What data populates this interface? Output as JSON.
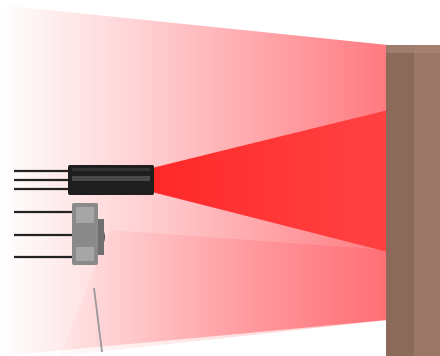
{
  "diagram": {
    "subject": "infrared-proximity-sensor",
    "components": [
      {
        "name": "ir-emitter-led",
        "role": "emitter"
      },
      {
        "name": "ir-receiver",
        "role": "receiver"
      },
      {
        "name": "reflective-surface",
        "role": "target"
      }
    ],
    "colors": {
      "background": "#ffffff",
      "beam": "#ff2a2a",
      "wide_glow": "#ff4d55",
      "emitter_body": "#1e1e1e",
      "emitter_highlight": "#4a4a4a",
      "receiver_body": "#8a8a8a",
      "receiver_light": "#a6a6a6",
      "receiver_dome": "#1a1a1a",
      "leads": "#222222",
      "surface": "#9a7766",
      "surface_shade": "#8b6a5a",
      "leader_line": "#9a9a9a"
    }
  }
}
